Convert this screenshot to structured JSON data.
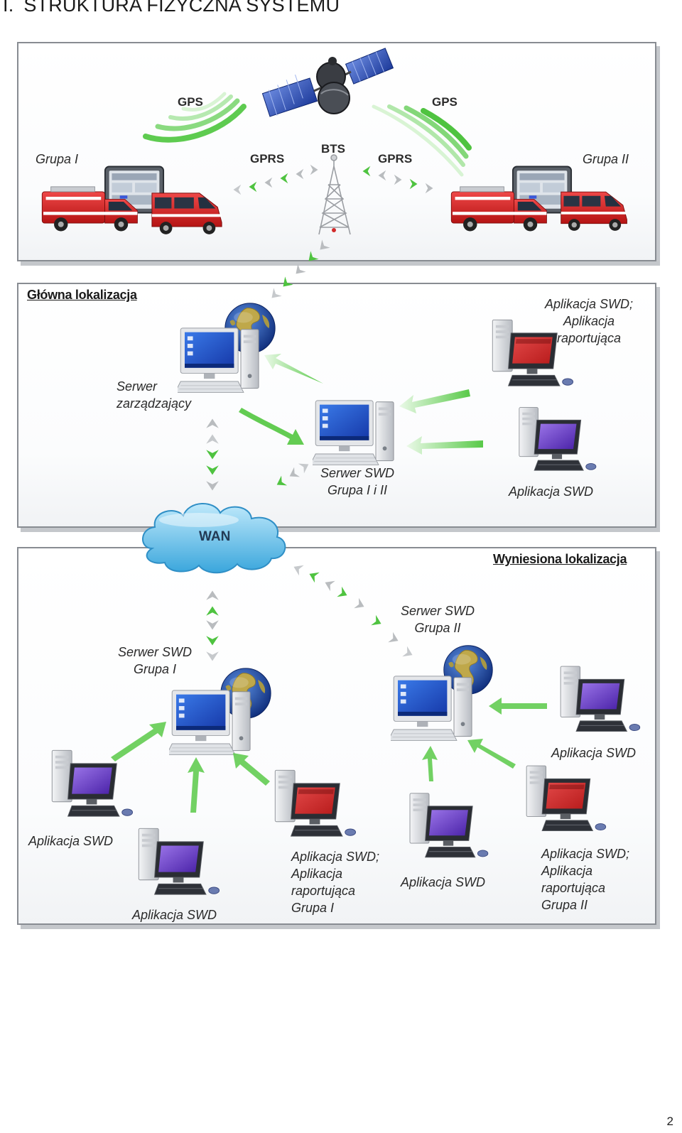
{
  "heading": {
    "number": "I.",
    "title": "STRUKTURA FIZYCZNA SYSTEMU"
  },
  "top": {
    "signals": {
      "gps_left": "GPS",
      "gps_right": "GPS",
      "gprs_left": "GPRS",
      "gprs_right": "GPRS",
      "bts": "BTS"
    },
    "group_left": "Grupa I",
    "group_right": "Grupa II"
  },
  "main": {
    "title": "Główna lokalizacja",
    "management_server": [
      "Serwer",
      "zarządzający"
    ],
    "swd_server": [
      "Serwer SWD",
      "Grupa I i II"
    ],
    "app_reporting": [
      "Aplikacja  SWD;",
      "Aplikacja",
      "raportująca"
    ],
    "app_swd": "Aplikacja  SWD"
  },
  "wan": "WAN",
  "remote": {
    "title": "Wyniesiona lokalizacja",
    "server_group1": [
      "Serwer SWD",
      "Grupa I"
    ],
    "server_group2": [
      "Serwer SWD",
      "Grupa II"
    ],
    "app_left": "Aplikacja  SWD",
    "app_bottom_left": "Aplikacja  SWD",
    "app_reporting_g1": [
      "Aplikacja  SWD;",
      "Aplikacja",
      "raportująca",
      "Grupa I"
    ],
    "app_bottom_mid": "Aplikacja  SWD",
    "app_right": "Aplikacja  SWD",
    "app_reporting_g2": [
      "Aplikacja  SWD;",
      "Aplikacja",
      "raportująca",
      "Grupa II"
    ]
  },
  "page_number": "2",
  "icons": {
    "satellite": "satellite-icon",
    "tower": "bts-tower-icon",
    "vehicle": "fire-truck-icon",
    "terminal": "vehicle-terminal-icon",
    "server": "server-computer-icon",
    "globe": "globe-icon",
    "workstation": "workstation-icon",
    "cloud": "wan-cloud-icon"
  },
  "colors": {
    "signal_green": "#3ec43e",
    "signal_gray": "#b9bcbf",
    "screen_blue": "#2250c8",
    "screen_violet": "#6a3fc6",
    "screen_red": "#d22a2a",
    "cloud": "#5cc0ea",
    "truck_red": "#d31f1f"
  }
}
